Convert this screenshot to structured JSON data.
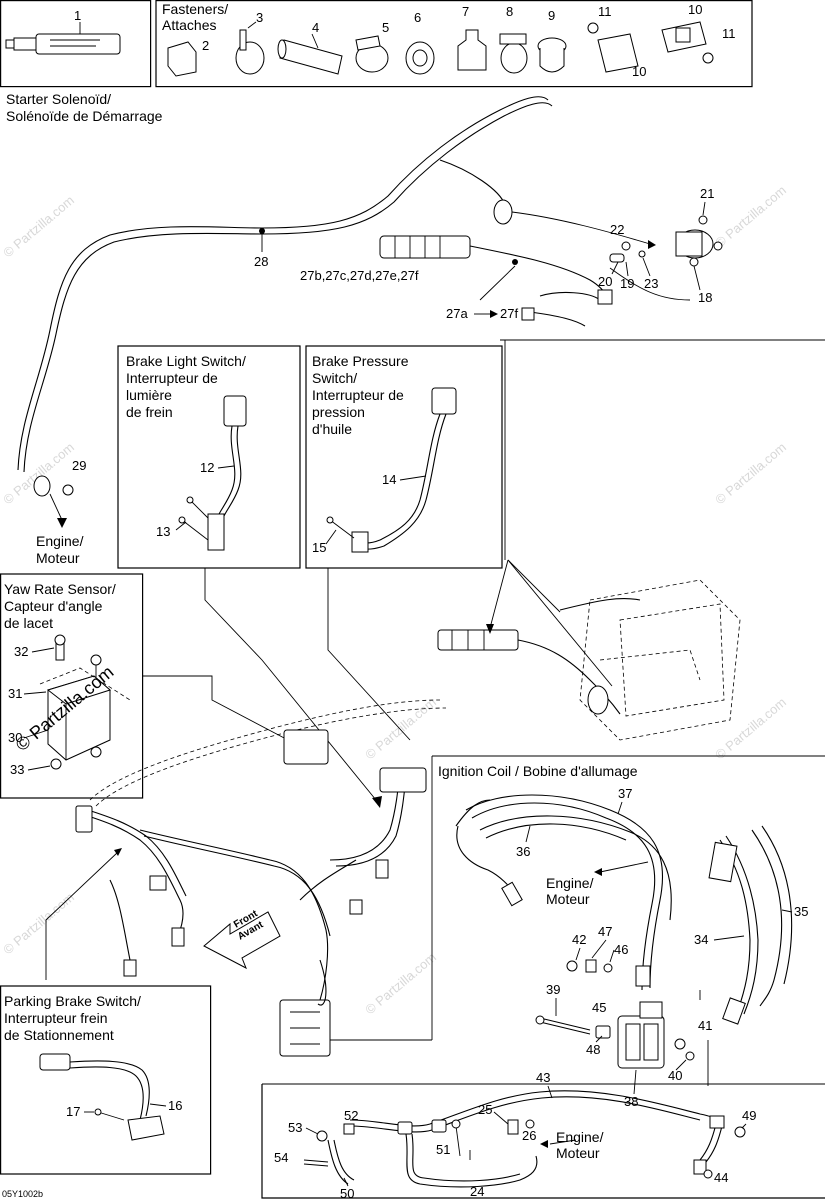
{
  "header": {
    "fasteners_title": [
      "Fasteners/",
      "Attaches"
    ]
  },
  "sections": {
    "starter": [
      "Starter Solenoïd/",
      "Solénoïde de Démarrage"
    ],
    "brake_light": [
      "Brake Light Switch/",
      "Interrupteur de",
      "lumière",
      "de frein"
    ],
    "brake_pressure": [
      "Brake Pressure",
      "Switch/",
      "Interrupteur de",
      "pression",
      "d'huile"
    ],
    "engine1": [
      "Engine/",
      "Moteur"
    ],
    "yaw": [
      "Yaw Rate Sensor/",
      "Capteur d'angle",
      "de lacet"
    ],
    "ignition": "Ignition Coil / Bobine d'allumage",
    "engine2": [
      "Engine/",
      "Moteur"
    ],
    "engine3": [
      "Engine/",
      "Moteur"
    ],
    "parking": [
      "Parking Brake Switch/",
      "Interrupteur frein",
      "de Stationnement"
    ],
    "front": [
      "Front",
      "Avant"
    ]
  },
  "labels": {
    "l1": "1",
    "l2": "2",
    "l3": "3",
    "l4": "4",
    "l5": "5",
    "l6": "6",
    "l7": "7",
    "l8": "8",
    "l9": "9",
    "l10a": "10",
    "l10b": "10",
    "l11a": "11",
    "l11b": "11",
    "l12": "12",
    "l13": "13",
    "l14": "14",
    "l15": "15",
    "l16": "16",
    "l17": "17",
    "l18": "18",
    "l19": "19",
    "l20": "20",
    "l21": "21",
    "l22": "22",
    "l23": "23",
    "l24": "24",
    "l25": "25",
    "l26": "26",
    "l27a": "27a",
    "l27f": "27f",
    "l27b": "27b,27c,27d,27e,27f",
    "l28": "28",
    "l29": "29",
    "l30": "30",
    "l31": "31",
    "l32": "32",
    "l33": "33",
    "l34": "34",
    "l35": "35",
    "l36": "36",
    "l37": "37",
    "l38": "38",
    "l39": "39",
    "l40": "40",
    "l41": "41",
    "l42": "42",
    "l43": "43",
    "l44": "44",
    "l45": "45",
    "l46": "46",
    "l47": "47",
    "l48": "48",
    "l49": "49",
    "l50": "50",
    "l51": "51",
    "l52": "52",
    "l53": "53",
    "l54": "54"
  },
  "watermark": "© Partzilla.com",
  "footer_code": "05Y1002b",
  "colors": {
    "line": "#000000",
    "watermark": "#d8d8d8",
    "background": "#ffffff"
  }
}
